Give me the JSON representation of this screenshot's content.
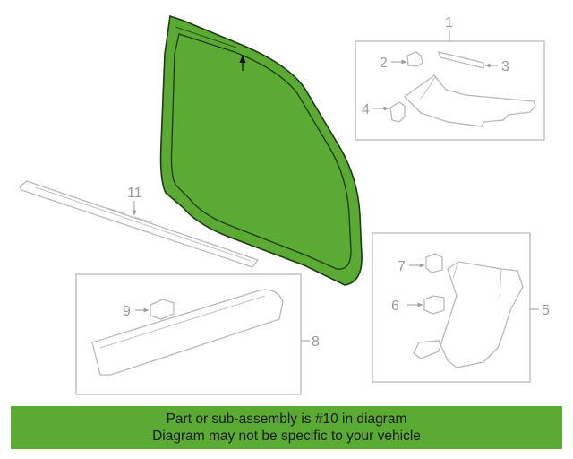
{
  "callouts": {
    "c1": "1",
    "c2": "2",
    "c3": "3",
    "c4": "4",
    "c5": "5",
    "c6": "6",
    "c7": "7",
    "c8": "8",
    "c9": "9",
    "c11": "11"
  },
  "highlight_color": "#5aaa33",
  "banner": {
    "line1": "Part or sub-assembly is #10 in diagram",
    "line2": "Diagram may not be specific to your vehicle"
  }
}
